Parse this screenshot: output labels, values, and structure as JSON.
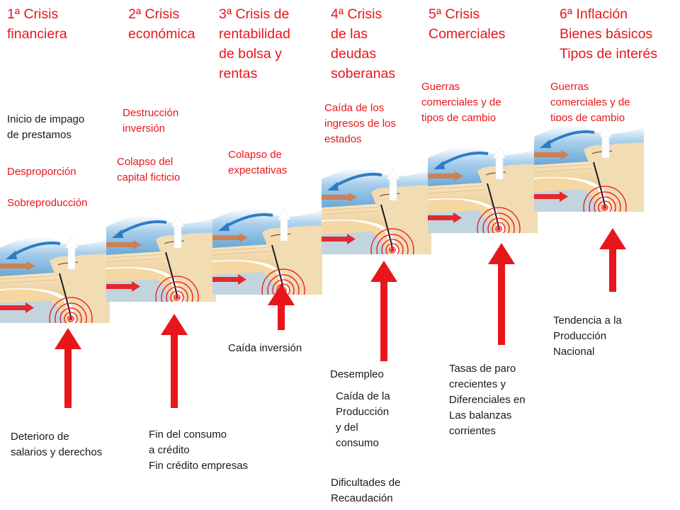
{
  "stages": [
    {
      "title": "1ª Crisis\nfinanciera",
      "red_labels": [
        "Desproporción",
        "Sobreproducción"
      ],
      "black_label": "Inicio de impago\nde prestamos",
      "bottom_label": "Deterioro de\nsalarios y derechos"
    },
    {
      "title": "2ª Crisis\neconómica",
      "red_labels": [
        "Destrucción\ninversión",
        "Colapso del\ncapital ficticio"
      ],
      "bottom_label": "Fin del consumo\na crédito\nFin crédito empresas"
    },
    {
      "title": "3ª Crisis de\nrentabilidad\nde bolsa y\nrentas",
      "red_labels": [
        "Colapso de\nexpectativas"
      ],
      "bottom_label": "Caída inversión"
    },
    {
      "title": "4ª Crisis\nde las\ndeudas\nsoberanas",
      "red_labels": [
        "Caída de los\ningresos de los\nestados"
      ],
      "bottom_labels": [
        "Desempleo",
        "Caída de la\nProducción\ny del\nconsumo",
        "Dificultades de\nRecaudación"
      ]
    },
    {
      "title": "5ª Crisis\nComerciales",
      "red_labels": [
        "Guerras\ncomerciales y de\ntipos de cambio"
      ],
      "bottom_label": "Tasas de paro\ncrecientes y\nDiferenciales en\nLas balanzas\ncorrientes"
    },
    {
      "title": "6ª  Inflación\nBienes básicos\nTipos de interés",
      "red_labels": [
        "Guerras\ncomerciales y de\ntipos de cambio"
      ],
      "bottom_label": "Tendencia a la\nProducción\nNacional"
    }
  ],
  "colors": {
    "title_red": "#e8161b",
    "arrow_red": "#e8161b",
    "sea_blue": "#5b9fd0",
    "sand": "#f2ddb5"
  },
  "icon": "tectonic-subduction-diagram"
}
